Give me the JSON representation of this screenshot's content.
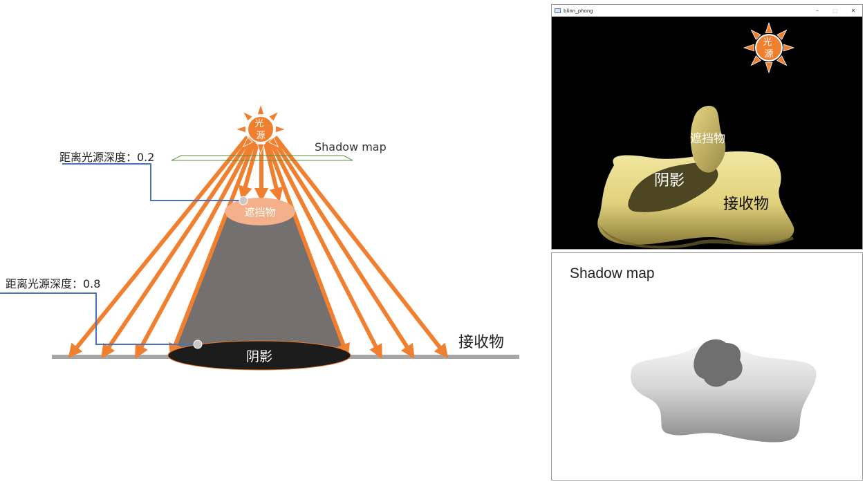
{
  "diagram": {
    "light_label": "光源",
    "shadow_map_label": "Shadow map",
    "occluder_label": "遮挡物",
    "shadow_label": "阴影",
    "receiver_label": "接收物",
    "occluder_depth_label": "距离光源深度：0.2",
    "receiver_depth_label": "距离光源深度：0.8",
    "colors": {
      "ray": "#f08030",
      "occluder_top": "#f4b08a",
      "frustum": "#757070",
      "shadow": "#1c1c1c",
      "ground": "#a6a6a6",
      "leader": "#4a72b8",
      "shadow_map_plane": "#5d8a3a"
    }
  },
  "render_window": {
    "title": "blinn_phong",
    "minimize_icon": "minimize-icon",
    "maximize_icon": "maximize-icon",
    "close_icon": "close-icon",
    "light_label": "光源",
    "occluder_label": "遮挡物",
    "shadow_label": "阴影",
    "receiver_label": "接收物"
  },
  "shadow_map_panel": {
    "title": "Shadow map"
  }
}
